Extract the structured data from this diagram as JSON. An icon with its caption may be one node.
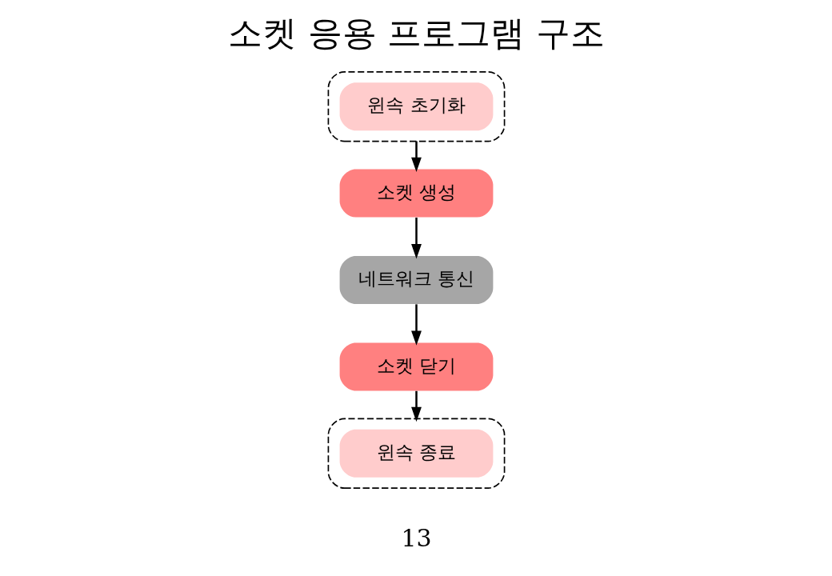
{
  "diagram": {
    "title": "소켓 응용 프로그램 구조",
    "nodes": [
      {
        "text": [],
        "shape": "box"
      },
      {
        "text": [
          "윈속 초기화"
        ],
        "in": 0
      },
      {
        "text": [
          "소켓 생성"
        ]
      },
      {
        "text": [
          "네트워크 통신"
        ]
      },
      {
        "text": [
          "소켓 닫기"
        ]
      },
      {
        "text": [],
        "shape": "box"
      },
      {
        "text": [
          "윈속 종료"
        ],
        "in": 5
      }
    ],
    "edges": [
      {
        "from": 0,
        "to": 2,
        "arrow": "to"
      },
      {
        "from": 2,
        "to": 3,
        "arrow": "to"
      },
      {
        "from": 3,
        "to": 4,
        "arrow": "to"
      },
      {
        "from": 4,
        "to": 5,
        "arrow": "to"
      }
    ],
    "labels": [
      "13"
    ]
  }
}
